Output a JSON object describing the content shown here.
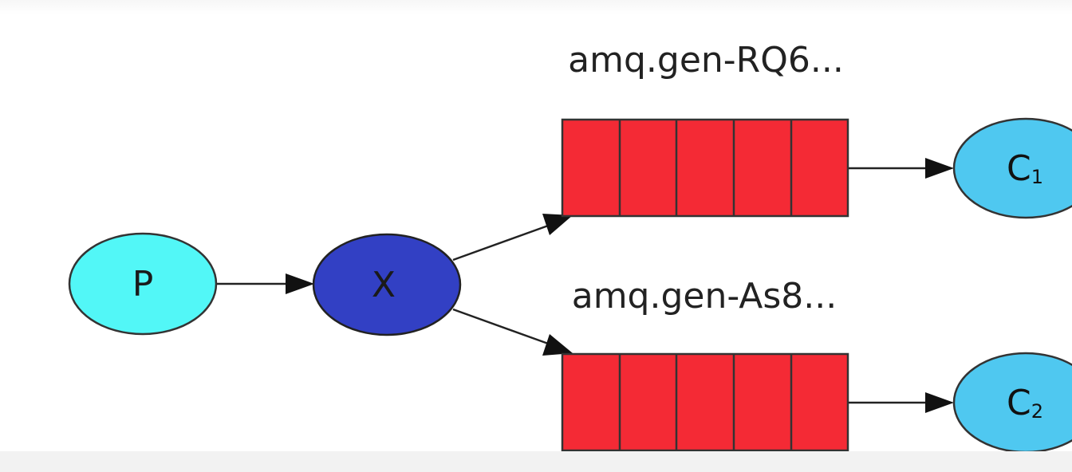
{
  "diagram": {
    "producer": {
      "label": "P",
      "color": "#52f7f7"
    },
    "exchange": {
      "label": "X",
      "color": "#3240c4"
    },
    "queues": [
      {
        "label": "amq.gen-RQ6...",
        "color": "#f42a35"
      },
      {
        "label": "amq.gen-As8...",
        "color": "#f42a35"
      }
    ],
    "consumers": [
      {
        "label": "C",
        "subscript": "1",
        "color": "#4fc8f0"
      },
      {
        "label": "C",
        "subscript": "2",
        "color": "#4fc8f0"
      }
    ]
  }
}
